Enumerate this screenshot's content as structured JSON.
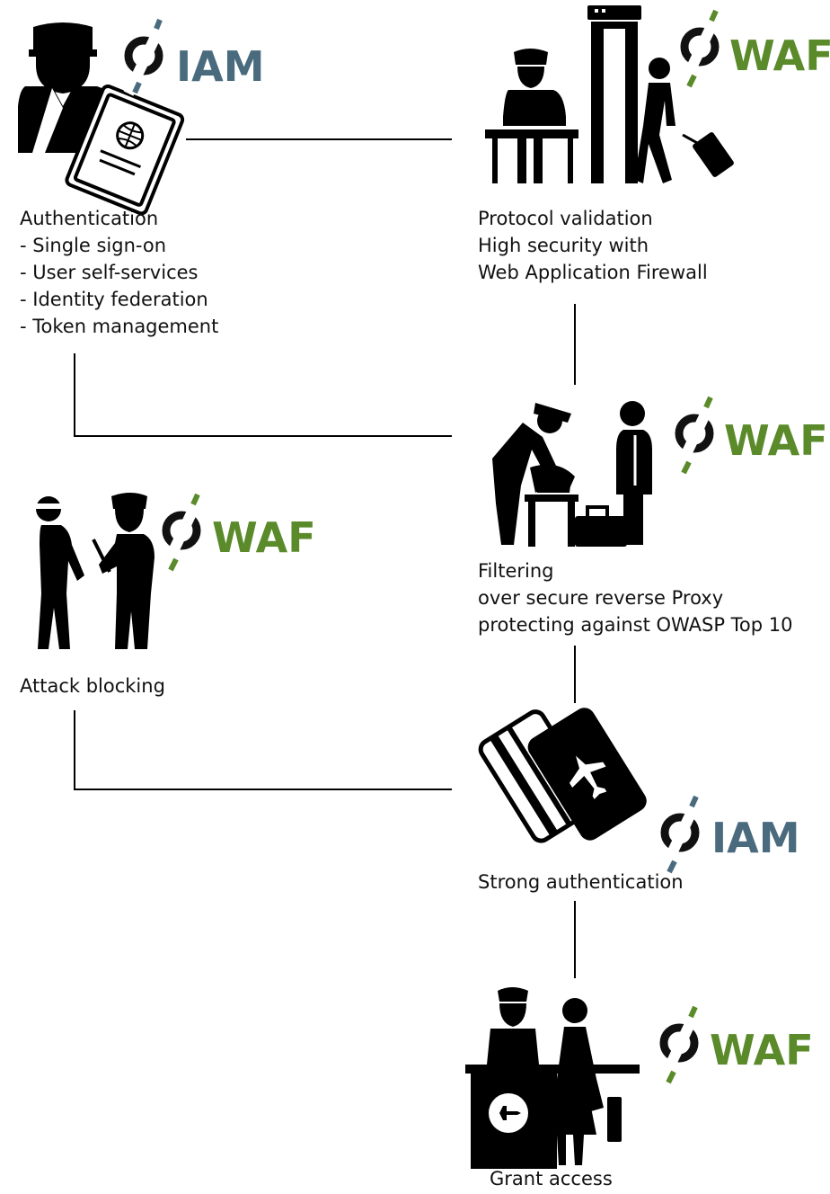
{
  "colors": {
    "iam": "#4a6b7e",
    "waf": "#5a8a2a",
    "ink": "#000000"
  },
  "badges": {
    "iam_text": "IAM",
    "waf_text": "WAF"
  },
  "steps": {
    "authentication": {
      "lines": [
        "Authentication",
        "- Single sign-on",
        "- User self-services",
        "- Identity federation",
        "- Token management"
      ],
      "badge": "iam",
      "icon": "passport-officer-icon"
    },
    "protocol_validation": {
      "lines": [
        "Protocol validation",
        "High security with",
        "Web Application Firewall"
      ],
      "badge": "waf",
      "icon": "security-gate-icon"
    },
    "filtering": {
      "lines": [
        "Filtering",
        "over secure reverse Proxy",
        "protecting against OWASP Top 10"
      ],
      "badge": "waf",
      "icon": "baggage-inspection-icon"
    },
    "attack_blocking": {
      "lines": [
        "Attack blocking"
      ],
      "badge": "waf",
      "icon": "arrest-icon"
    },
    "strong_authentication": {
      "lines": [
        "Strong authentication"
      ],
      "badge": "iam",
      "icon": "boarding-pass-icon"
    },
    "grant_access": {
      "lines": [
        "Grant access"
      ],
      "badge": "waf",
      "icon": "boarding-desk-icon"
    }
  }
}
